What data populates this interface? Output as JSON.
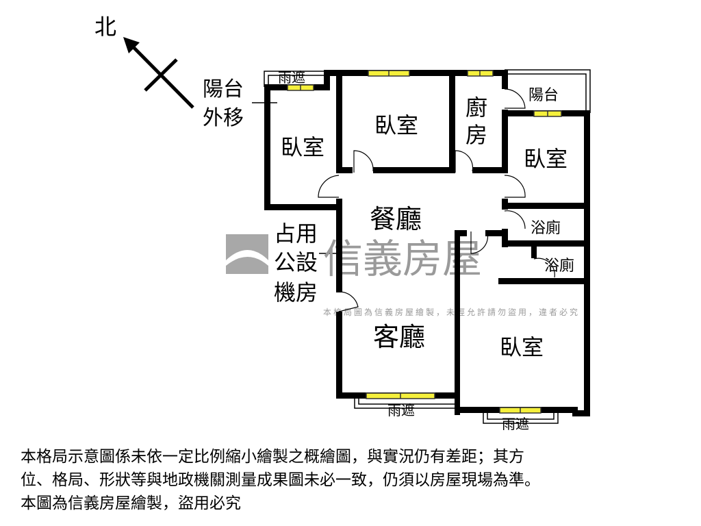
{
  "compass": {
    "north_label": "北"
  },
  "rooms": {
    "bedroom_1": "臥室",
    "bedroom_2": "臥室",
    "bedroom_3": "臥室",
    "bedroom_4": "臥室",
    "kitchen_1": "廚",
    "kitchen_2": "房",
    "balcony": "陽台",
    "dining": "餐廳",
    "living": "客廳",
    "bath_1": "浴廁",
    "bath_2": "浴廁"
  },
  "annotations": {
    "balcony_moved_1": "陽台",
    "balcony_moved_2": "外移",
    "public_1": "占用",
    "public_2": "公設",
    "public_3": "機房",
    "canopy_top": "雨遮",
    "canopy_living": "雨遮",
    "canopy_bedroom": "雨遮"
  },
  "watermark": {
    "brand": "信義房屋",
    "notice": "本格局圖為信義房屋繪製，未經允許請勿盜用，違者必究"
  },
  "disclaimer": [
    "本格局示意圖係未依一定比例縮小繪製之概繪圖，與實況仍有差距；其方",
    "位、格局、形狀等與地政機關測量成果圖未必一致，仍須以房屋現場為準。",
    "本圖為信義房屋繪製，盜用必究"
  ],
  "colors": {
    "wall": "#000000",
    "window": "#f5f03c",
    "watermark": "#9a9a9a"
  }
}
